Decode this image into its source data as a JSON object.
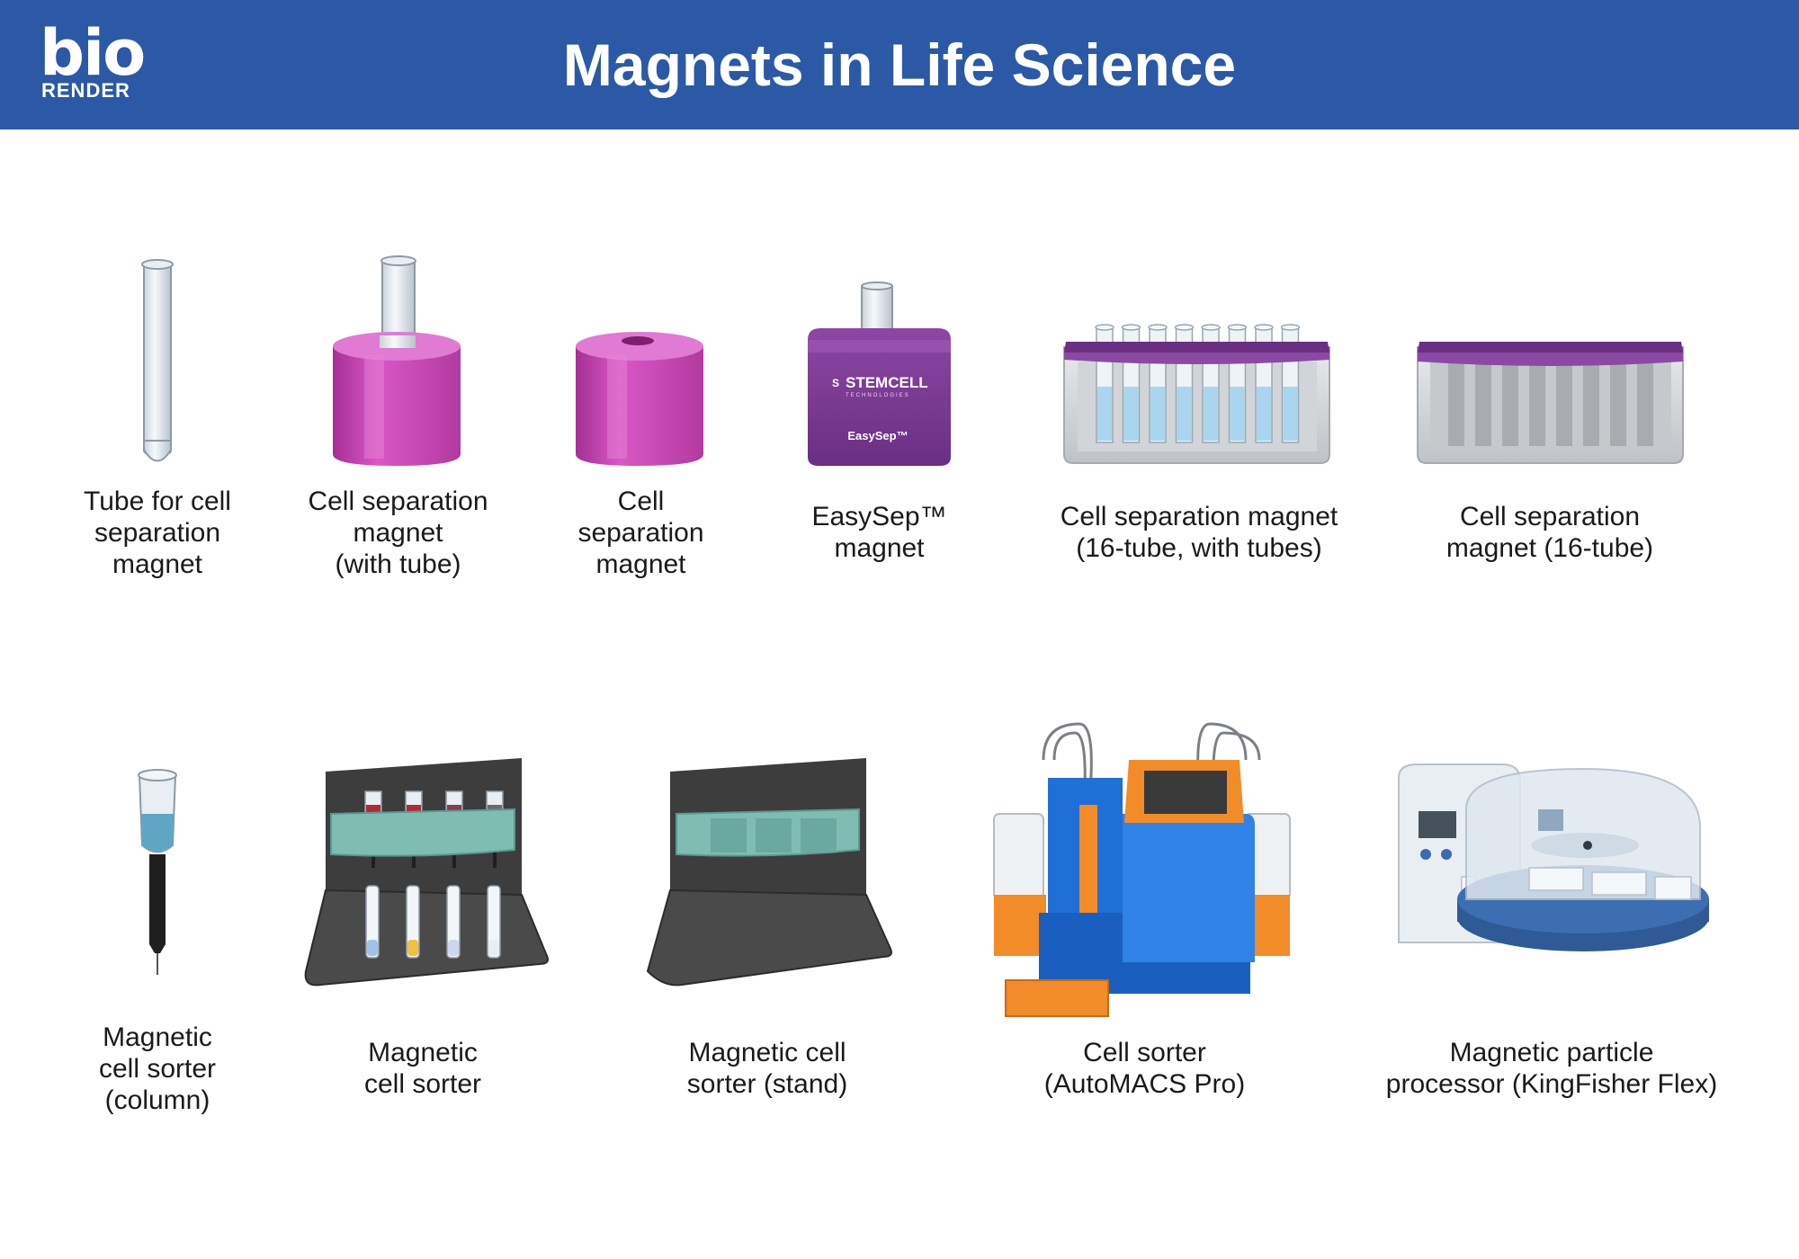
{
  "header": {
    "logo_main": "bio",
    "logo_sub": "RENDER",
    "title": "Magnets in Life Science"
  },
  "colors": {
    "header_bg": "#2b59a5",
    "magnet_pink": "#c43fb0",
    "easysep_purple": "#7b3a92",
    "rack_purple": "#7d3c92",
    "sorter_teal": "#7fbdb2",
    "automacs_blue": "#1f6fd6",
    "automacs_orange": "#f28c28"
  },
  "branding": {
    "stemcell": "STEMCELL",
    "stemcell_sub": "TECHNOLOGIES",
    "easysep_product": "EasySep™"
  },
  "items": [
    {
      "label": "Tube for cell\nseparation\nmagnet"
    },
    {
      "label": "Cell separation\nmagnet\n(with tube)"
    },
    {
      "label": "Cell\nseparation\nmagnet"
    },
    {
      "label": "EasySep™\nmagnet"
    },
    {
      "label": "Cell separation magnet\n(16-tube, with tubes)"
    },
    {
      "label": "Cell separation\nmagnet (16-tube)"
    },
    {
      "label": "Magnetic\ncell sorter\n(column)"
    },
    {
      "label": "Magnetic\ncell sorter"
    },
    {
      "label": "Magnetic cell\nsorter (stand)"
    },
    {
      "label": "Cell sorter\n(AutoMACS Pro)"
    },
    {
      "label": "Magnetic particle\nprocessor (KingFisher Flex)"
    }
  ]
}
